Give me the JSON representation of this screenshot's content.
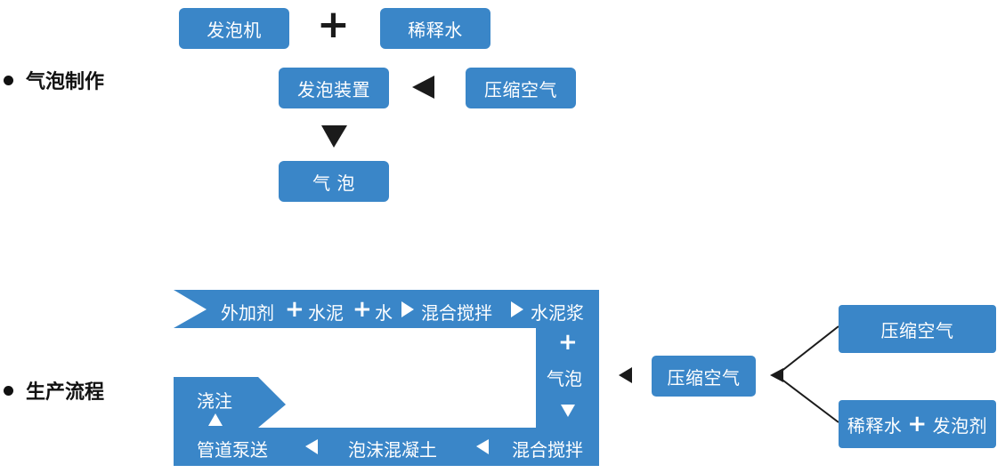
{
  "section1": {
    "label": "气泡制作",
    "foam_machine": "发泡机",
    "diluted_water": "稀释水",
    "foaming_device": "发泡装置",
    "compressed_air": "压缩空气",
    "bubbles": "气 泡"
  },
  "section2": {
    "label": "生产流程",
    "row1": [
      "外加剂",
      "水泥",
      "水",
      "混合搅拌",
      "水泥浆"
    ],
    "bubble": "气泡",
    "row2": [
      "管道泵送",
      "泡沫混凝土",
      "混合搅拌"
    ],
    "pour": "浇注",
    "compressed_air_mid": "压缩空气",
    "compressed_air_right": "压缩空气",
    "diluted_water_right": "稀释水",
    "foaming_agent_right": "发泡剂"
  },
  "symbols": {
    "plus": "+"
  },
  "colors": {
    "box_blue": "#3a86c8",
    "dark": "#1b1b1b"
  }
}
